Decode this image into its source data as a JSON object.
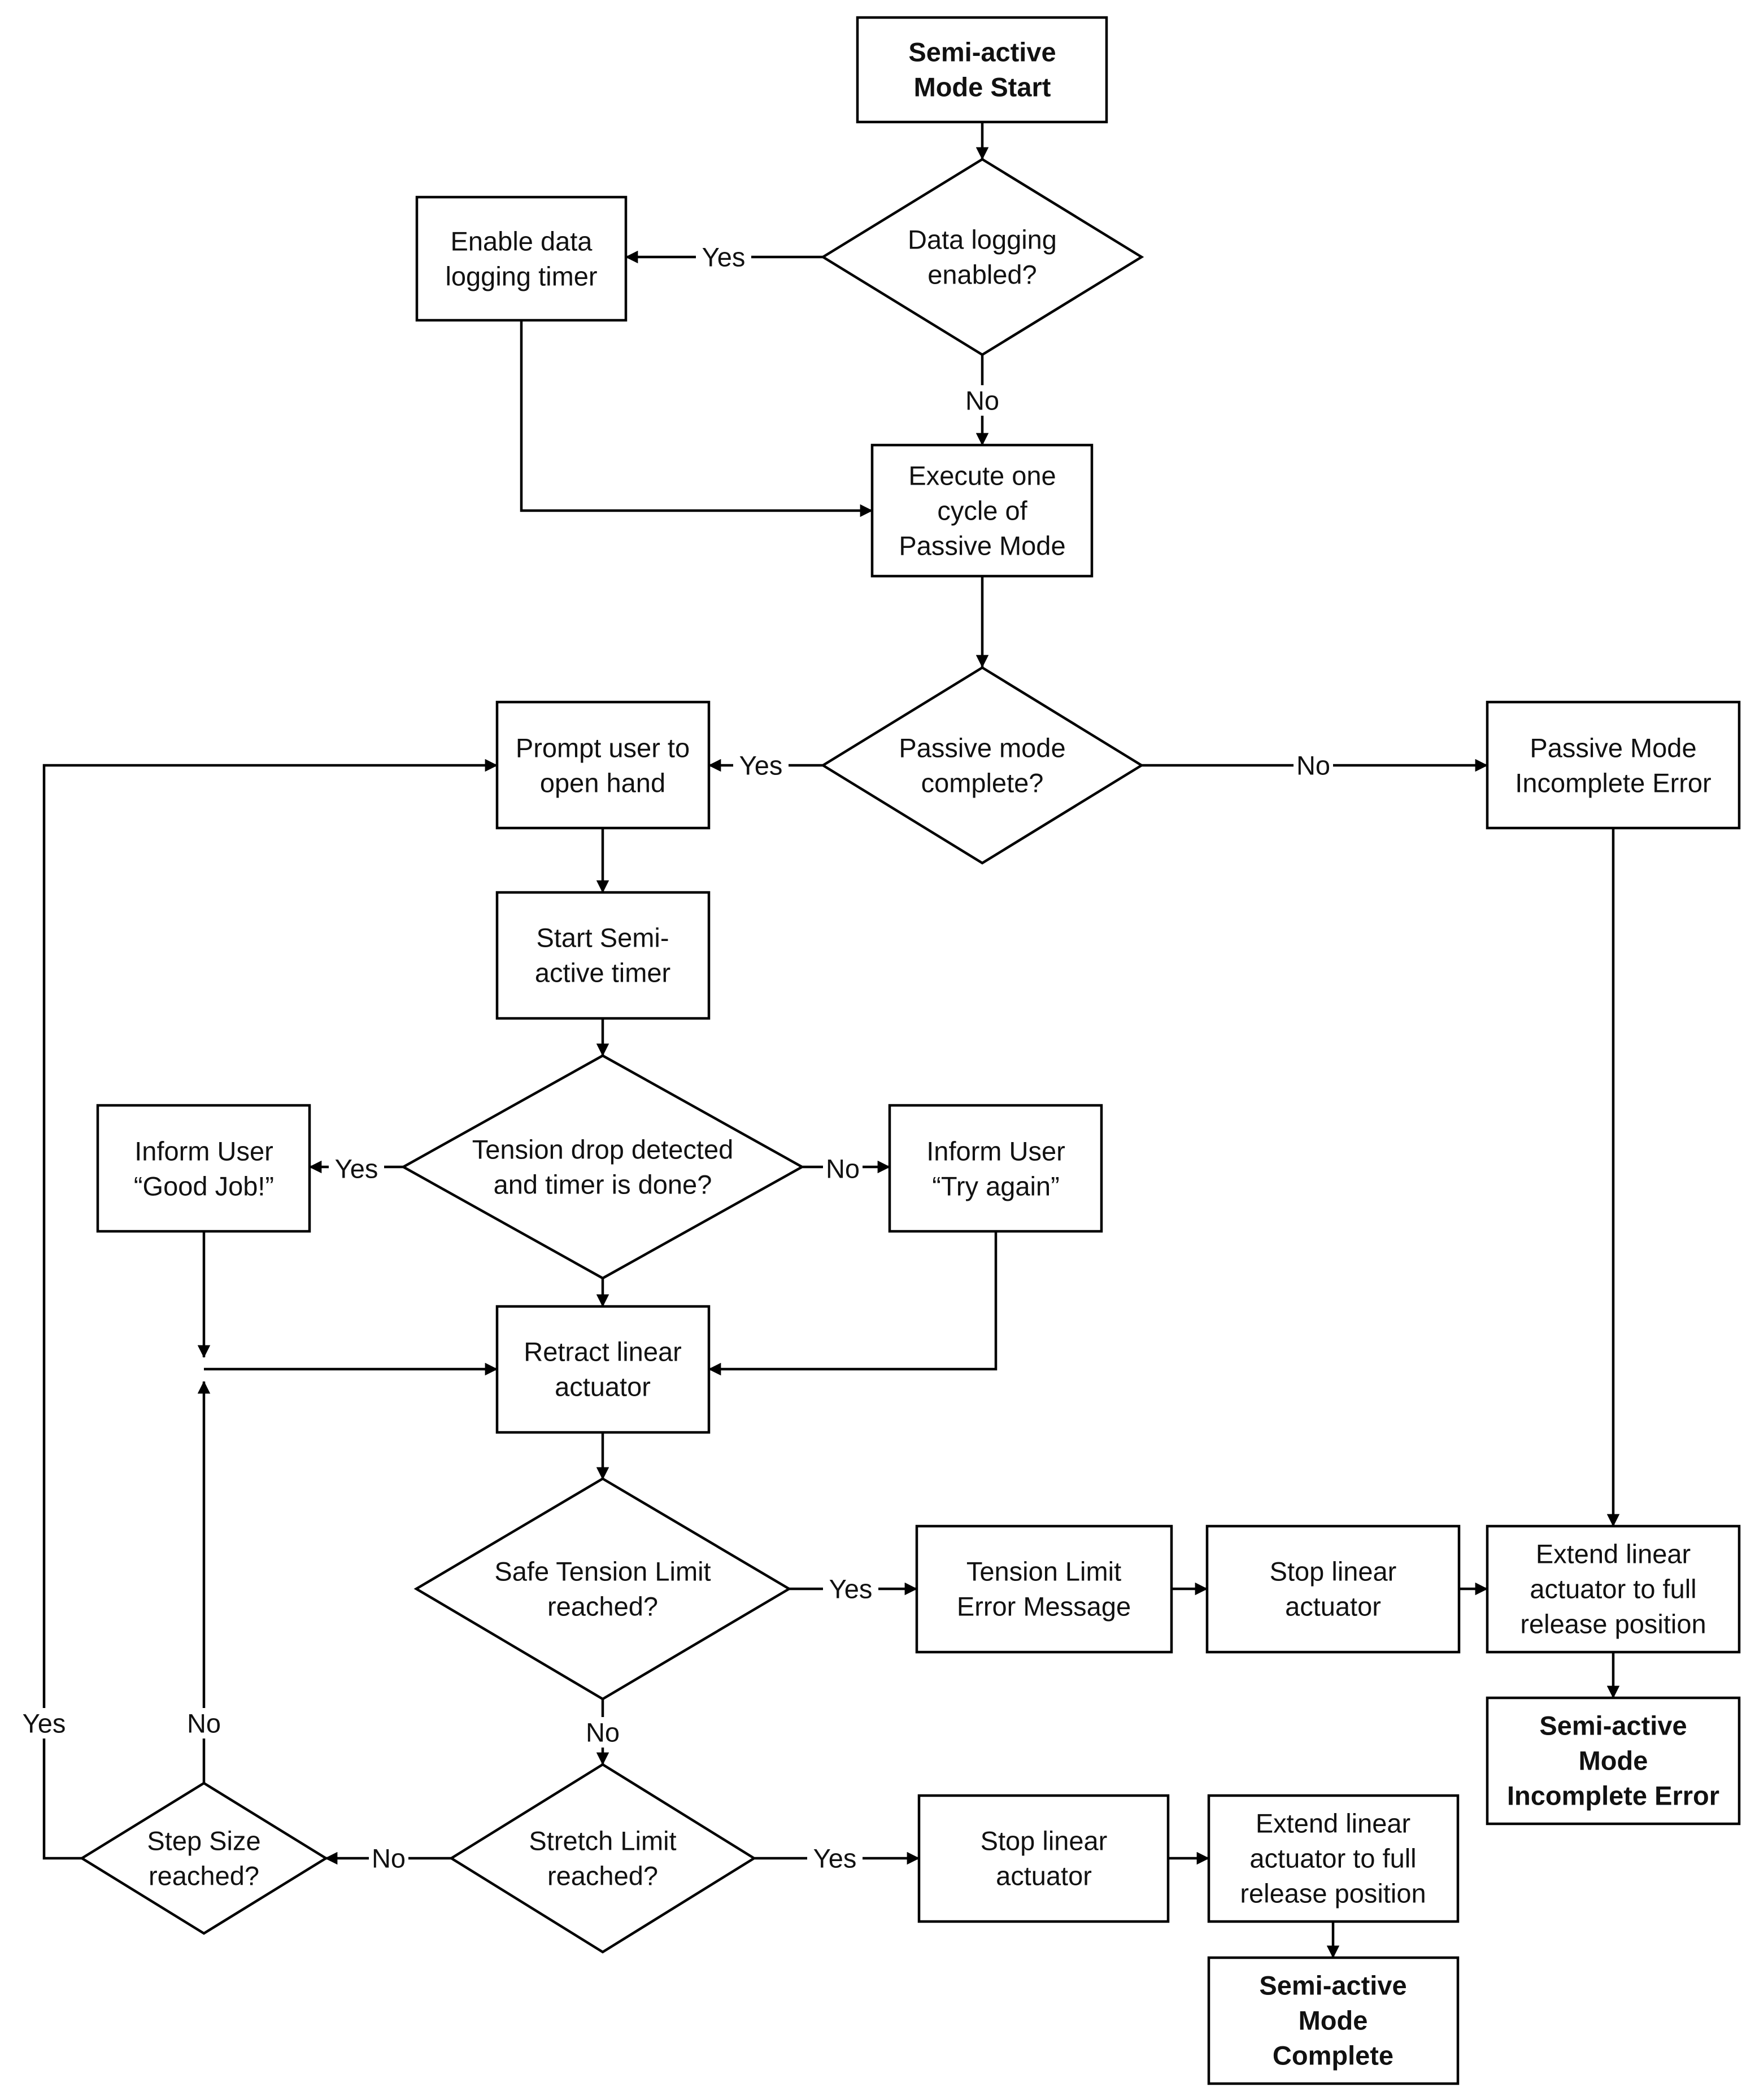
{
  "nodes": {
    "start": {
      "lines": [
        "Semi-active",
        "Mode Start"
      ],
      "bold": true
    },
    "d_logging": {
      "lines": [
        "Data logging",
        "enabled?"
      ]
    },
    "enable_timer": {
      "lines": [
        "Enable data",
        "logging timer"
      ]
    },
    "exec_passive": {
      "lines": [
        "Execute one",
        "cycle of",
        "Passive Mode"
      ]
    },
    "d_passive_complete": {
      "lines": [
        "Passive mode",
        "complete?"
      ]
    },
    "passive_incomplete": {
      "lines": [
        "Passive Mode",
        "Incomplete Error"
      ]
    },
    "prompt_open": {
      "lines": [
        "Prompt user to",
        "open hand"
      ]
    },
    "start_semi_timer": {
      "lines": [
        "Start Semi-",
        "active timer"
      ]
    },
    "d_tension_drop": {
      "lines": [
        "Tension drop detected",
        "and timer is done?"
      ]
    },
    "inform_good": {
      "lines": [
        "Inform User",
        "“Good Job!”"
      ]
    },
    "inform_try": {
      "lines": [
        "Inform User",
        "“Try again”"
      ]
    },
    "retract": {
      "lines": [
        "Retract linear",
        "actuator"
      ]
    },
    "d_safe_tension": {
      "lines": [
        "Safe Tension Limit",
        "reached?"
      ]
    },
    "tension_error": {
      "lines": [
        "Tension Limit",
        "Error Message"
      ]
    },
    "stop_1": {
      "lines": [
        "Stop linear",
        "actuator"
      ]
    },
    "extend_1": {
      "lines": [
        "Extend linear",
        "actuator to full",
        "release position"
      ]
    },
    "semi_incomplete": {
      "lines": [
        "Semi-active",
        "Mode",
        "Incomplete Error"
      ],
      "bold": true
    },
    "d_stretch": {
      "lines": [
        "Stretch Limit",
        "reached?"
      ]
    },
    "d_step": {
      "lines": [
        "Step Size",
        "reached?"
      ]
    },
    "stop_2": {
      "lines": [
        "Stop linear",
        "actuator"
      ]
    },
    "extend_2": {
      "lines": [
        "Extend linear",
        "actuator to full",
        "release position"
      ]
    },
    "semi_complete": {
      "lines": [
        "Semi-active",
        "Mode",
        "Complete"
      ],
      "bold": true
    }
  },
  "edge_labels": {
    "logging_yes": "Yes",
    "logging_no": "No",
    "passive_yes": "Yes",
    "passive_no": "No",
    "tension_yes": "Yes",
    "tension_no": "No",
    "safe_yes": "Yes",
    "safe_no": "No",
    "stretch_yes": "Yes",
    "stretch_no": "No",
    "step_yes": "Yes",
    "step_no": "No"
  }
}
